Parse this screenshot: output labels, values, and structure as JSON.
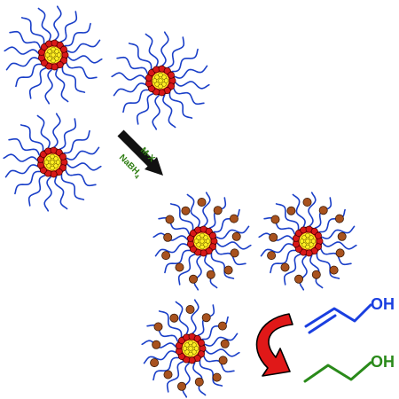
{
  "micelles_plain": [
    {
      "id": "plain-1"
    },
    {
      "id": "plain-2"
    },
    {
      "id": "plain-3"
    }
  ],
  "micelles_loaded": [
    {
      "id": "loaded-1"
    },
    {
      "id": "loaded-2"
    },
    {
      "id": "loaded-3"
    }
  ],
  "reaction_arrow": {
    "label_top": "M-X",
    "label_bottom_main": "NaBH",
    "label_bottom_sub": "4",
    "label_color": "#2e7d12",
    "arrow_color": "#111111"
  },
  "hydrogenation": {
    "reactant_label": "OH",
    "reactant_color": "#1a3fe0",
    "product_label": "OH",
    "product_color": "#2a8a1a",
    "curved_arrow_fill": "#e01818",
    "curved_arrow_stroke": "#000000"
  },
  "colors": {
    "core_inner": "#ffee22",
    "core_shell": "#d81818",
    "tail": "#1a3fc8",
    "nanoparticle": "#a8521e"
  }
}
